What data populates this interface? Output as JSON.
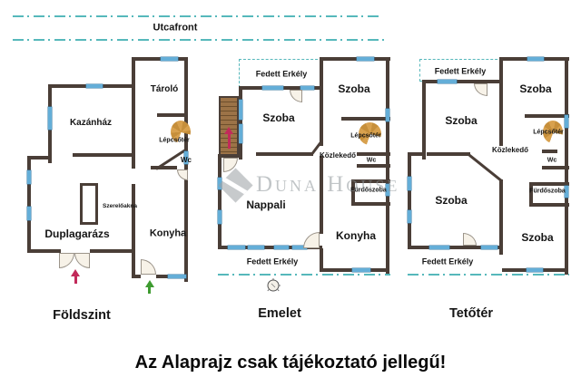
{
  "street": {
    "label": "Utcafront"
  },
  "watermark": {
    "brand": "Duna House"
  },
  "disclaimer": "Az Alaprajz csak tájékoztató jellegű!",
  "colors": {
    "wall": "#4a3e37",
    "window": "#64aed8",
    "guide": "#56b8bb",
    "spiral_stair": "#d8a14e",
    "wood_stair": "#9c7347",
    "arrow_red": "#c22a5a",
    "arrow_green": "#3e9b30",
    "watermark_grey": "#8f979b"
  },
  "floors": [
    {
      "name": "Földszint",
      "rooms": {
        "tarolo": "Tároló",
        "kazanhaz": "Kazánház",
        "lepcsoter": "Lépcsőtér",
        "wc": "Wc",
        "szereloakna": "Szerelőakna",
        "duplagarazs": "Duplagarázs",
        "konyha": "Konyha"
      }
    },
    {
      "name": "Emelet",
      "rooms": {
        "fedett_erkely_top": "Fedett Erkély",
        "szoba_right": "Szoba",
        "szoba_left": "Szoba",
        "lepcsoter": "Lépcsőtér",
        "kozlekedo": "Közlekedő",
        "wc": "Wc",
        "furdoszoba": "Fürdőszoba",
        "nappali": "Nappali",
        "konyha": "Konyha",
        "fedett_erkely_bottom": "Fedett Erkély"
      }
    },
    {
      "name": "Tetőtér",
      "rooms": {
        "fedett_erkely_top": "Fedett Erkély",
        "szoba_top_right": "Szoba",
        "szoba_top_left": "Szoba",
        "lepcsoter": "Lépcsőtér",
        "kozlekedo": "Közlekedő",
        "wc": "Wc",
        "furdoszoba": "Fürdőszoba",
        "szoba_bottom_left": "Szoba",
        "szoba_bottom_right": "Szoba",
        "fedett_erkely_bottom": "Fedett Erkély"
      }
    }
  ]
}
